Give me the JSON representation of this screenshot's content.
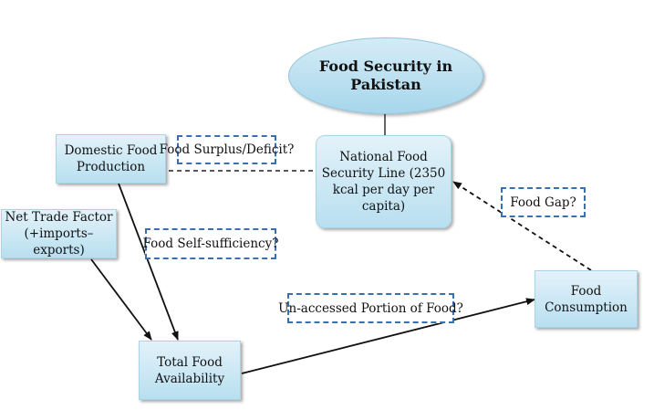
{
  "diagram": {
    "title": "Food Security in\nPakistan",
    "nodes": {
      "domestic_production": "Domestic Food\nProduction",
      "net_trade": "Net Trade Factor\n(+imports–exports)",
      "total_availability": "Total Food\nAvailability",
      "national_line": "National Food\nSecurity Line (2350\nkcal per day per\ncapita)",
      "food_consumption": "Food\nConsumption"
    },
    "questions": {
      "surplus_deficit": "Food Surplus/Deficit?",
      "self_sufficiency": "Food Self-sufficiency?",
      "unaccessed": "Un-accessed Portion of Food?",
      "food_gap": "Food Gap?"
    }
  }
}
